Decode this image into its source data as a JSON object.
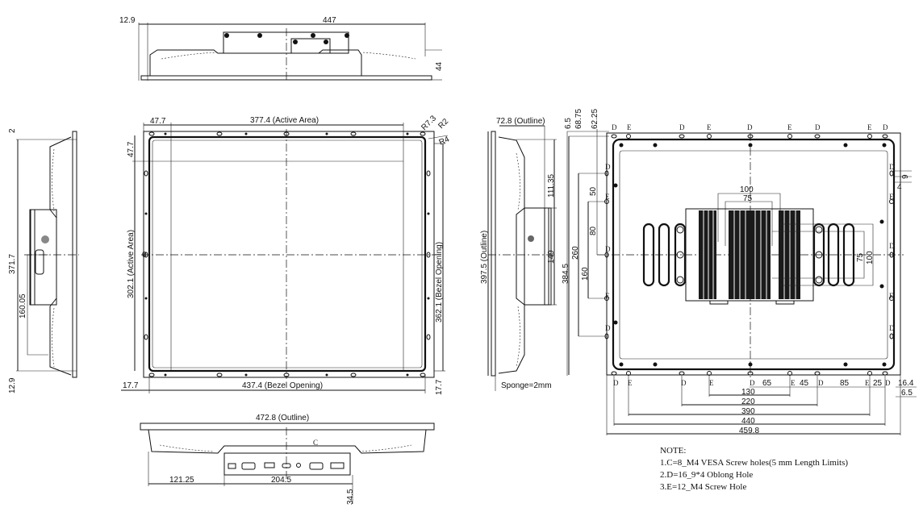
{
  "top_view": {
    "dim_left": "12.9",
    "dim_width": "447",
    "dim_depth": "44"
  },
  "left_view": {
    "dim_top": "2",
    "dim_height": "371.7",
    "dim_offset": "160.05",
    "dim_bottom": "12.9"
  },
  "front_view": {
    "dim_margin_left": "47.7",
    "dim_active_width": "377.4 (Active Area)",
    "radius_1": "R7.3",
    "radius_2": "R2",
    "radius_3": "R4",
    "dim_margin_top": "47.7",
    "dim_active_height": "302.1 (Active Area)",
    "dim_bezel_height": "362.1 (Bezel Opening)",
    "dim_bezel_left": "17.7",
    "dim_bezel_width": "437.4 (Bezel Opening)",
    "dim_bezel_bottom": "17.7",
    "center_mark": "0"
  },
  "bottom_view": {
    "dim_outline": "472.8 (Outline)",
    "label_c": "C",
    "dim_left": "121.25",
    "dim_box": "204.5",
    "dim_depth": "34.5"
  },
  "side_view": {
    "dim_outline_depth": "72.8 (Outline)",
    "dim_outline_height": "397.5 (Outline)",
    "dim_top": "111.35",
    "dim_box": "149",
    "sponge": "Sponge=2mm"
  },
  "rear_view": {
    "top_dims": [
      "6.5",
      "68.75",
      "62.25"
    ],
    "left_dims": [
      "384.5",
      "260",
      "160",
      "50",
      "80"
    ],
    "vesa_dims": {
      "h_outer": "100",
      "h_inner": "75",
      "v_inner": "75",
      "v_outer": "100"
    },
    "slot_dims": [
      "9",
      "4"
    ],
    "bottom_spacing": [
      "65",
      "45",
      "85",
      "25"
    ],
    "bottom_dims": [
      "130",
      "220",
      "390",
      "440",
      "459.8"
    ],
    "right_dims": [
      "16.4",
      "6.5"
    ],
    "hole_d": "D",
    "hole_e": "E"
  },
  "notes": {
    "title": "NOTE:",
    "items": [
      "1.C=8_M4 VESA Screw holes(5 mm Length Limits)",
      "2.D=16_9*4 Oblong Hole",
      "3.E=12_M4 Screw Hole"
    ]
  }
}
